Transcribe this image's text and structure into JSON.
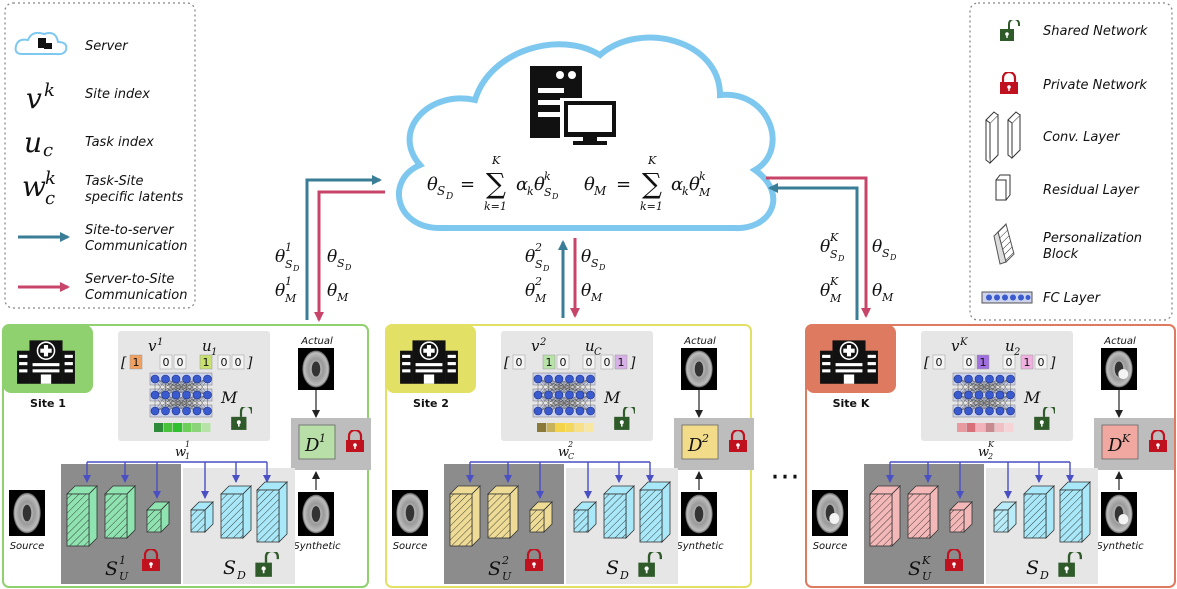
{
  "legend_left": {
    "server": "Server",
    "site_symbol": "v",
    "site_sup": "k",
    "site_index": "Site index",
    "task_symbol": "u",
    "task_sub": "c",
    "task_index": "Task index",
    "latent_symbol": "w",
    "latent_sup": "k",
    "latent_sub": "c",
    "latent_line1": "Task-Site",
    "latent_line2": "specific latents",
    "s2s_line1": "Site-to-server",
    "s2s_line2": "Communication",
    "s2site_line1": "Server-to-Site",
    "s2site_line2": "Communication",
    "s2s_color": "#3a7d96",
    "s2site_color": "#c8456a"
  },
  "legend_right": {
    "shared": "Shared Network",
    "private": "Private Network",
    "conv": "Conv. Layer",
    "residual": "Residual Layer",
    "personal_line1": "Personalization",
    "personal_line2": "Block",
    "fc": "FC Layer"
  },
  "server": {
    "eq1_lhs": "θ",
    "eq1_lhs_sub": "S",
    "eq1_lhs_subsub": "D",
    "eq1_sum_top": "K",
    "eq1_sum_bottom": "k=1",
    "eq1_term": "α",
    "eq1_term_sub": "k",
    "eq1_theta": "θ",
    "eq1_theta_sup": "k",
    "eq2_lhs": "θ",
    "eq2_lhs_sub": "M",
    "eq2_sum_top": "K",
    "eq2_sum_bottom": "k=1",
    "eq2_theta_sup": "k",
    "eq2_theta_sub": "M",
    "cloud_color": "#7ec8f0"
  },
  "links": [
    {
      "up_sup": "1",
      "down": "θ",
      "up": "θ"
    },
    {
      "up_sup": "2",
      "down": "θ",
      "up": "θ"
    },
    {
      "up_sup": "K",
      "down": "θ",
      "up": "θ"
    }
  ],
  "sites": [
    {
      "name": "Site 1",
      "border": "#8fd16e",
      "badge": "#8fd16e",
      "v_sup": "1",
      "u_sub": "1",
      "v_cells": [
        "1",
        "0",
        "0",
        "1",
        "0",
        "0"
      ],
      "disc_sup": "1",
      "w_sup": "1",
      "w_sub": "1",
      "su_sup": "1",
      "layer_color": "#8fe3b0",
      "vec_colors": [
        "#2e8b3a",
        "#47c23a",
        "#2fbf2f",
        "#6ccf5a",
        "#8bd47a",
        "#b7e3a8"
      ],
      "actual": "Actual",
      "synthetic": "Synthetic",
      "source": "Source",
      "m_label": "M",
      "sd_label": "S",
      "sd_sub": "D"
    },
    {
      "name": "Site 2",
      "border": "#e3e066",
      "badge": "#e3e066",
      "v_sup": "2",
      "u_sub": "C",
      "v_cells": [
        "0",
        "1",
        "0",
        "0",
        "0",
        "1"
      ],
      "disc_sup": "2",
      "w_sup": "2",
      "w_sub": "C",
      "su_sup": "2",
      "layer_color": "#eedc96",
      "vec_colors": [
        "#8a7a3a",
        "#c9b35a",
        "#f2d34a",
        "#f4d85c",
        "#f7e086",
        "#f8e7a3"
      ],
      "actual": "Actual",
      "synthetic": "Synthetic",
      "source": "Source",
      "m_label": "M",
      "sd_label": "S",
      "sd_sub": "D"
    },
    {
      "name": "Site K",
      "border": "#de7a60",
      "badge": "#de7a60",
      "v_sup": "K",
      "u_sub": "2",
      "v_cells": [
        "0",
        "0",
        "1",
        "0",
        "1",
        "0"
      ],
      "disc_sup": "K",
      "w_sup": "K",
      "w_sub": "2",
      "su_sup": "K",
      "layer_color": "#f4b8b8",
      "vec_colors": [
        "#e79aa0",
        "#d8707a",
        "#f2b4ba",
        "#c88a8e",
        "#f1c0c4",
        "#f6d3d6"
      ],
      "actual": "Actual",
      "synthetic": "Synthetic",
      "source": "Source",
      "m_label": "M",
      "sd_label": "S",
      "sd_sub": "D"
    }
  ],
  "ellipsis": "⋯",
  "colors": {
    "shared_lock": "#2f5a2a",
    "private_lock": "#c0111f",
    "panel_light": "#e6e6e6",
    "panel_dark": "#8c8c8c",
    "disc_panel": "#bdbdbd"
  }
}
